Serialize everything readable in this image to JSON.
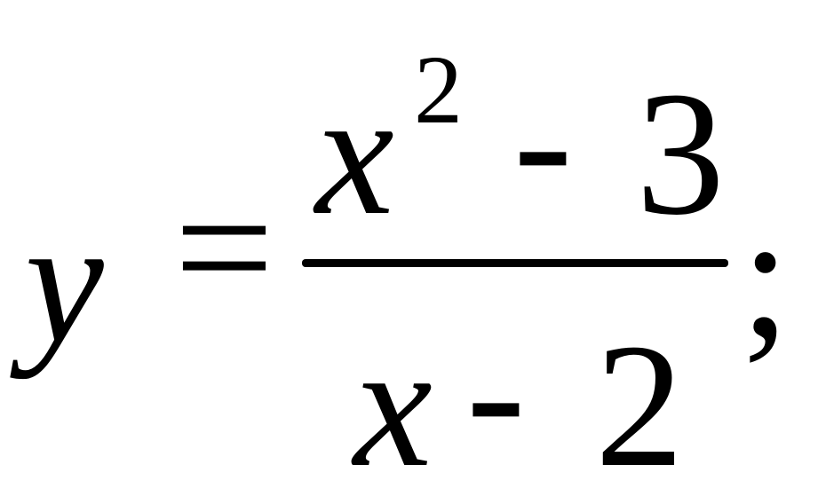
{
  "formula": {
    "lhs": "y",
    "equals": "=",
    "numerator": {
      "variable": "x",
      "exponent": "2",
      "operator": "-",
      "constant": "3"
    },
    "denominator": {
      "variable": "x",
      "operator": "-",
      "constant": "2"
    },
    "terminator": ";"
  }
}
